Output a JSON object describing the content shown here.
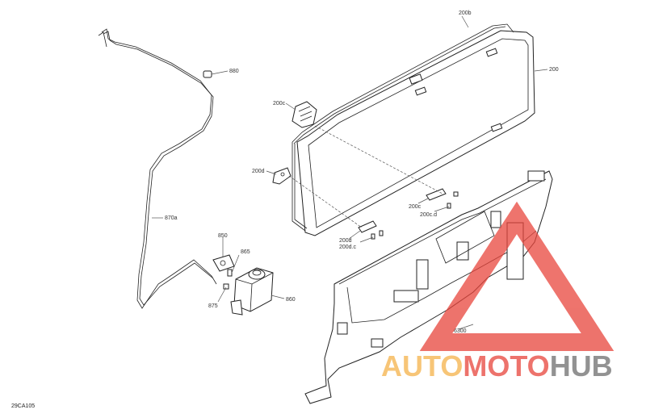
{
  "diagram": {
    "document_id": "29CA105",
    "callouts": {
      "c880": "880",
      "c870a": "870a",
      "c850": "850",
      "c865": "865",
      "c875": "875",
      "c860": "860",
      "c200b": "200b",
      "c200": "200",
      "c200c_top": "200c",
      "c200d_left": "200d",
      "c200c_right": "200c",
      "c200cd_right": "200c.d",
      "c200d_bottom": "200d",
      "c200dc_bottom": "200d.c",
      "c300": "6300"
    }
  },
  "watermark": {
    "word_part1": "AUTO",
    "word_part2": "MOTO",
    "word_part3": "HUB",
    "color_orange": "#f5b24a",
    "color_red": "#e8453c",
    "color_gray": "#6e6e6e"
  }
}
